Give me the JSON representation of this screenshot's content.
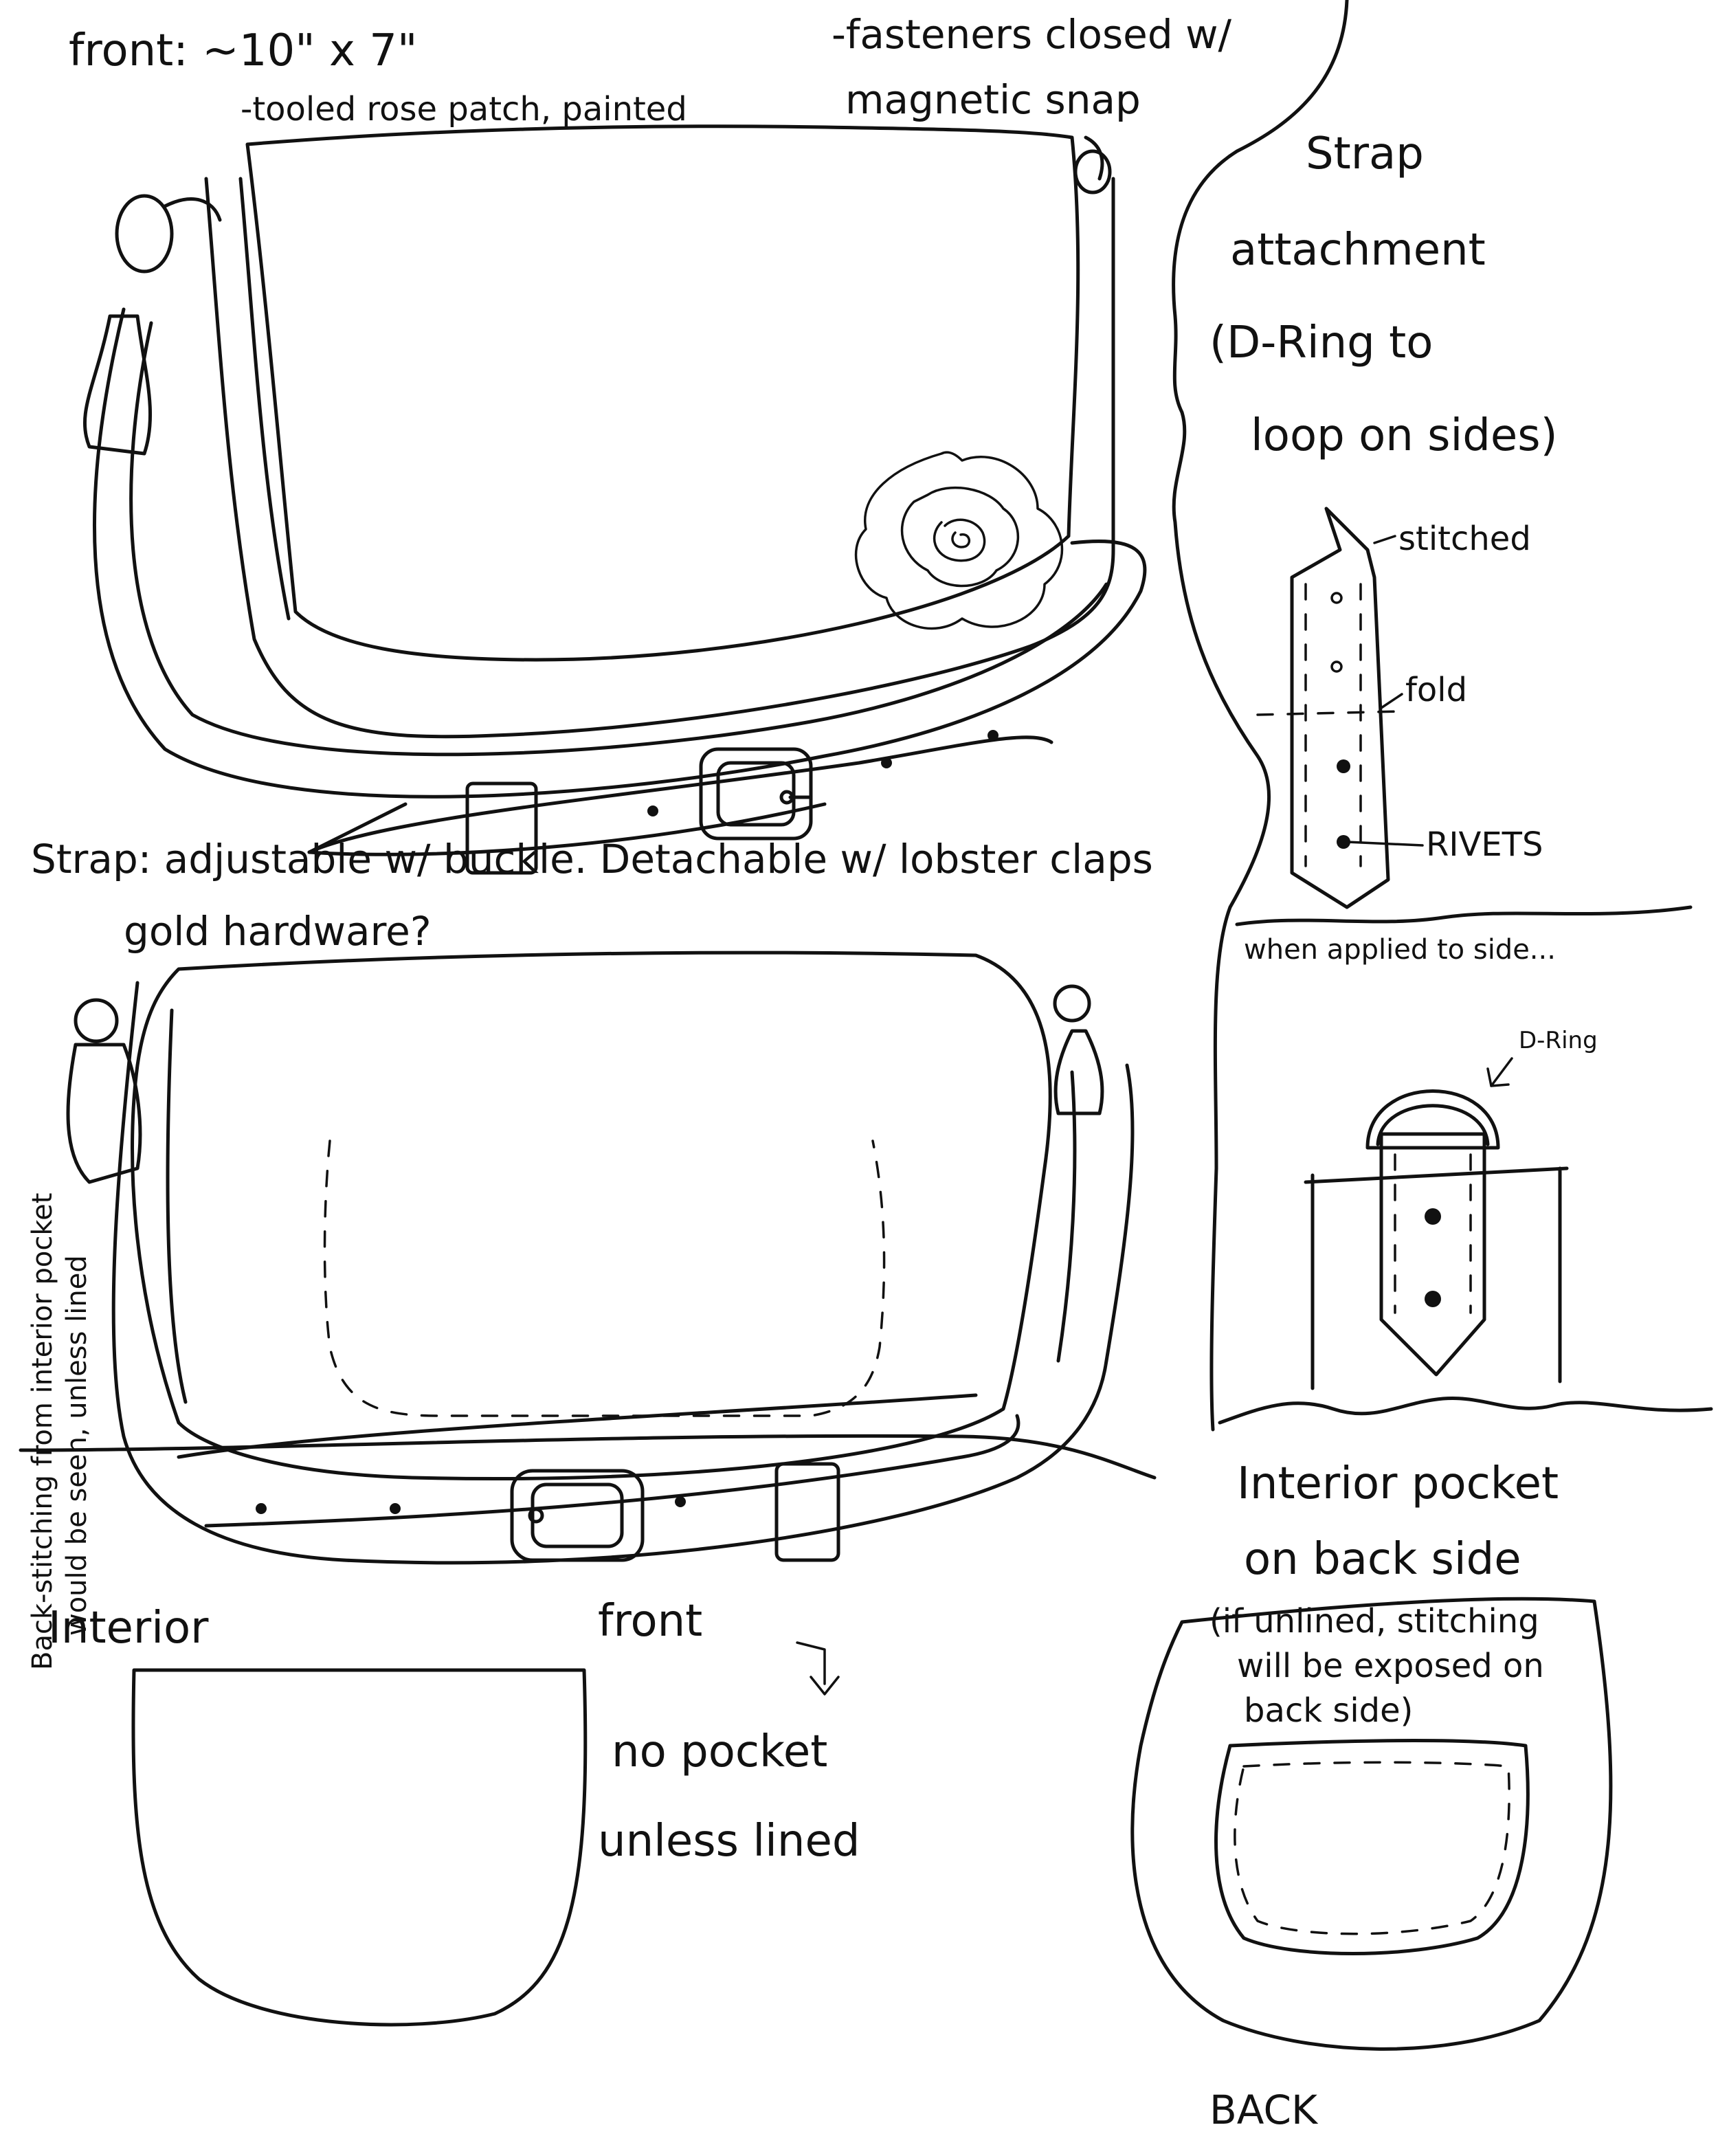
{
  "notes": {
    "front_size": "front: ~10\" x 7\"",
    "rose_patch": "-tooled rose patch, painted",
    "fasteners_1": "-fasteners closed w/",
    "fasteners_2": "magnetic snap",
    "strap_attach_1": "Strap",
    "strap_attach_2": "attachment",
    "strap_attach_3": "(D-Ring to",
    "strap_attach_4": "loop on sides)",
    "stitched": "stitched",
    "fold": "fold",
    "rivets": "RIVETS",
    "applied": "when applied to side...",
    "d_ring": "D-Ring",
    "strap_note_1": "Strap: adjustable w/ buckle. Detachable w/ lobster claps",
    "strap_note_2": "gold hardware?",
    "pocket_side_1": "Back-stitching from interior pocket",
    "pocket_side_2": "would be seen, unless lined",
    "interior_pocket_1": "Interior pocket",
    "interior_pocket_2": "on back side",
    "interior_pocket_3": "(if unlined, stitching",
    "interior_pocket_4": "will be exposed on",
    "interior_pocket_5": "back side)",
    "interior": "Interior",
    "front_label": "front",
    "no_pocket_1": "no pocket",
    "no_pocket_2": "unless lined",
    "back_label": "BACK"
  },
  "colors": {
    "ink": "#111111",
    "paper": "#ffffff"
  }
}
